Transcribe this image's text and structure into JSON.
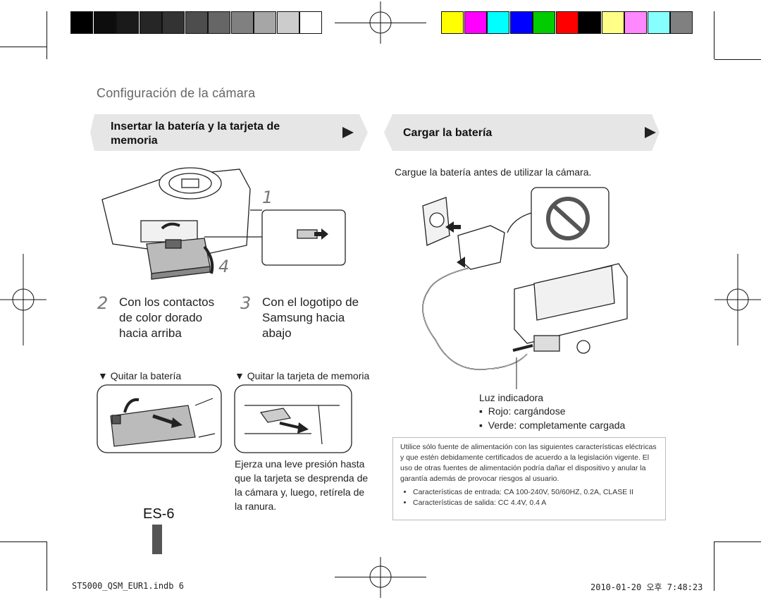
{
  "header": {
    "section_title": "Configuración de la cámara"
  },
  "colors": {
    "gray_ramp": [
      "#000000",
      "#0d0d0d",
      "#1a1a1a",
      "#262626",
      "#333333",
      "#4d4d4d",
      "#666666",
      "#808080",
      "#a6a6a6",
      "#cccccc",
      "#ffffff"
    ],
    "color_bar": [
      "#ffff00",
      "#ff00ff",
      "#00ffff",
      "#0000ff",
      "#00cc00",
      "#ff0000",
      "#000000",
      "#ffff88",
      "#ff88ff",
      "#88ffff",
      "#808080"
    ],
    "banner_bg": "#e6e6e6",
    "arrow": "#222222"
  },
  "left_section": {
    "banner_line1": "Insertar la batería y la tarjeta de",
    "banner_line2": "memoria",
    "step1": "1",
    "step4": "4",
    "step2_num": "2",
    "step2_line1": "Con los contactos",
    "step2_line2": "de color dorado",
    "step2_line3": "hacia arriba",
    "step3_num": "3",
    "step3_line1": "Con el logotipo de",
    "step3_line2": "Samsung hacia",
    "step3_line3": "abajo",
    "remove_battery": "▼ Quitar la batería",
    "remove_card": "▼ Quitar la tarjeta de memoria",
    "card_note_line1": "Ejerza una leve presión hasta",
    "card_note_line2": "que la tarjeta se desprenda de",
    "card_note_line3": "la cámara y, luego, retírela de",
    "card_note_line4": "la ranura.",
    "page_number": "ES-6"
  },
  "right_section": {
    "banner": "Cargar la batería",
    "intro": "Cargue la batería antes de utilizar la cámara.",
    "indicator_title": "Luz indicadora",
    "indicator_red_label": "Rojo",
    "indicator_red_text": ": cargándose",
    "indicator_green_label": "Verde",
    "indicator_green_text": ": completamente cargada",
    "notice_text": "Utilice sólo fuente de alimentación con las siguientes características eléctricas y que estén debidamente certificados de acuerdo a la legislación vigente. El uso de otras fuentes de alimentación podría dañar el dispositivo y anular la garantía además de provocar riesgos al usuario.",
    "notice_bullet1": "Características de entrada: CA 100-240V, 50/60HZ, 0.2A, CLASE II",
    "notice_bullet2": "Características de salida: CC 4.4V, 0.4 A"
  },
  "footer": {
    "filename": "ST5000_QSM_EUR1.indb   6",
    "timestamp": "2010-01-20   오후 7:48:23"
  }
}
